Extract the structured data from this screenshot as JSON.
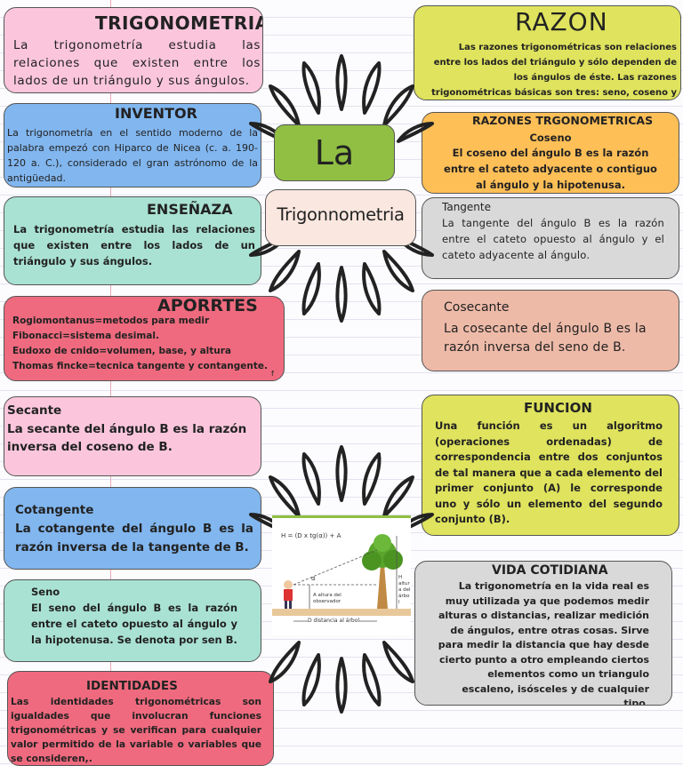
{
  "center": {
    "title_la": "La",
    "title_word": "Trigonnometria"
  },
  "trigonometria": {
    "title": "TRIGONOMETRIA",
    "text": "La trigonometría estudia las relaciones que existen entre los lados de un triángulo y sus ángulos."
  },
  "inventor": {
    "title": "INVENTOR",
    "text": "La trigonometría en el sentido moderno de la palabra empezó con Hiparco de Nicea (c. a. 190-120 a. C.), considerado el gran astrónomo de la antigüedad."
  },
  "ensenanza": {
    "title": "ENSEÑAZA",
    "text": "La trigonometría estudia las relaciones que existen entre los lados de un triángulo y sus ángulos."
  },
  "aportes": {
    "title": "APORRTES",
    "lines": [
      "Rogiomontanus=metodos para medir",
      "Fibonacci=sistema desimal.",
      "Eudoxo de cnido=volumen, base, y altura",
      "Thomas fincke=tecnica tangente y contangente."
    ],
    "mark": "f"
  },
  "secante": {
    "title": "Secante",
    "text": "La secante del ángulo B es la razón inversa del coseno de B."
  },
  "cotangente": {
    "title": "Cotangente",
    "text": "La cotangente del ángulo B es la razón inversa de la tangente de B."
  },
  "seno": {
    "title": "Seno",
    "text": "El seno del ángulo B es la razón entre el cateto opuesto al ángulo y la hipotenusa. Se denota por sen B."
  },
  "identidades": {
    "title": "IDENTIDADES",
    "text": "Las identidades trigonométricas son igualdades que involucran funciones trigonométricas y se verifican para cualquier valor permitido de la variable o variables que se consideren,."
  },
  "razon": {
    "title": "RAZON",
    "text": "Las razones trigonométricas son relaciones entre los lados del triángulo y sólo dependen de los ángulos de éste. Las razones trigonométricas básicas son tres: seno, coseno y tangente."
  },
  "razones": {
    "title": "RAZONES TRGONOMETRICAS",
    "subtitle": "Coseno",
    "text": "El coseno del ángulo B es la razón entre el cateto adyacente o contiguo al ángulo y la hipotenusa."
  },
  "tangente": {
    "title": "Tangente",
    "text": "La tangente del ángulo B es la razón entre el cateto opuesto al ángulo y el cateto adyacente al ángulo."
  },
  "cosecante": {
    "title": "Cosecante",
    "text": "La cosecante del ángulo B es la razón inversa del seno de B."
  },
  "funcion": {
    "title": "FUNCION",
    "text": "Una función es un algoritmo (operaciones ordenadas) de correspondencia entre dos conjuntos de tal manera que a cada elemento del primer conjunto (A) le corresponde uno y sólo un elemento del segundo conjunto (B)."
  },
  "vida": {
    "title": "VIDA COTIDIANA",
    "text": "La trigonometría en la vida real es muy utilizada ya que podemos medir alturas o distancias, realizar medición de ángulos, entre otras cosas. Sirve para medir la distancia que hay desde cierto punto a otro empleando ciertos elementos como un triangulo escaleno, isósceles y de cualquier tipo."
  },
  "illustration": {
    "formula": "H = (D x tg(α)) + A",
    "label_altura_obs": "A altura del observador",
    "label_altura_arbol": "H altura del árbol",
    "label_distancia": "D distancia al árbol",
    "label_alpha": "α"
  },
  "colors": {
    "pink": "#fbc6dc",
    "blue": "#81b6ef",
    "mint": "#a9e2d2",
    "red": "#ef6a7e",
    "yellow": "#dfe35d",
    "orange": "#ffbf57",
    "gray": "#d9d9d9",
    "salmon": "#eebaa8",
    "green": "#90bf43"
  }
}
